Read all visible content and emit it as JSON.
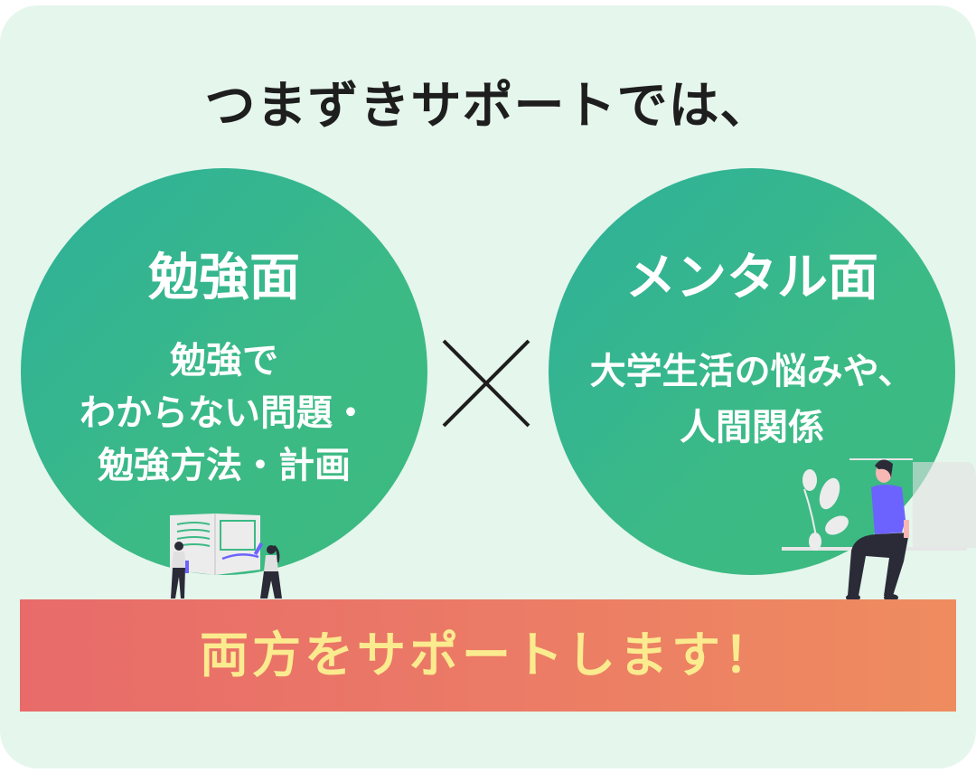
{
  "header": {
    "title": "つまずきサポートでは、"
  },
  "circles": [
    {
      "title": "勉強面",
      "lines": [
        "勉強で",
        "わからない問題・",
        "勉強方法・計画"
      ],
      "illustration": "two-people-holding-open-book"
    },
    {
      "title": "メンタル面",
      "lines": [
        "大学生活の悩みや、",
        "人間関係"
      ],
      "illustration": "person-sitting-with-plant"
    }
  ],
  "operator": {
    "symbol": "×",
    "icon": "multiply-icon"
  },
  "banner": {
    "text": "両方をサポートします！"
  },
  "colors": {
    "background": "#e5f6ec",
    "circle_gradient_start": "#2db09a",
    "circle_gradient_end": "#3bb97f",
    "banner_gradient_start": "#e86b6a",
    "banner_gradient_end": "#ef8c5f",
    "banner_text": "#fbeb8f",
    "title_text": "#1e1e1e",
    "accent_purple": "#6c63ff"
  }
}
